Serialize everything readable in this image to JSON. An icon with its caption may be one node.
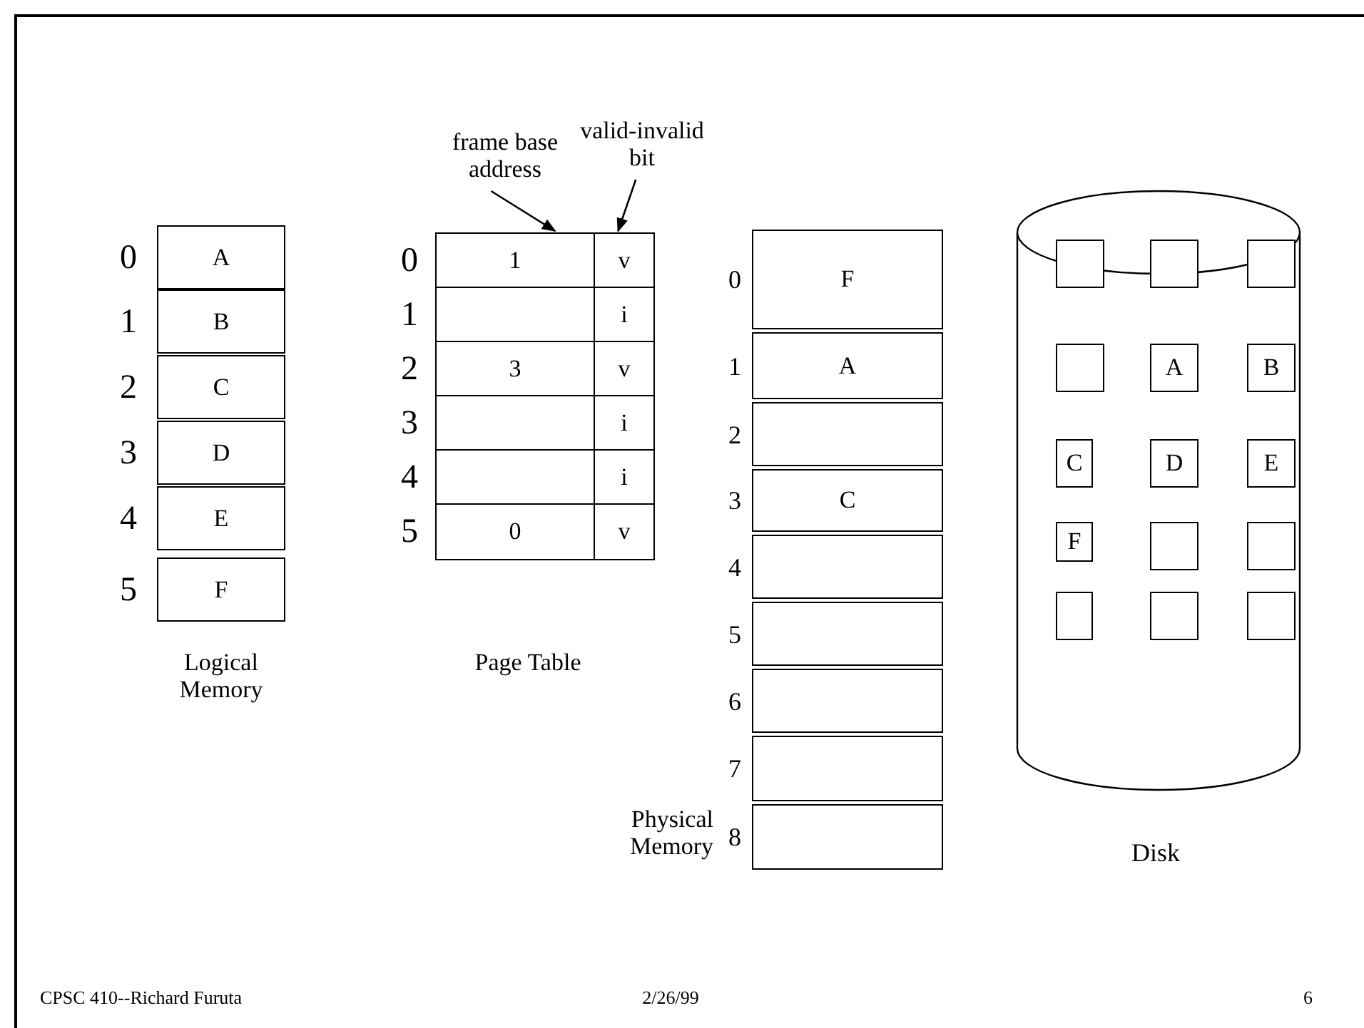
{
  "diagram": {
    "nodes": [
      {
        "text": [
          "A"
        ],
        "beside": [
          "0"
        ]
      },
      {
        "text": [
          "B"
        ],
        "beside": [
          "1"
        ]
      },
      {
        "text": [
          "C"
        ],
        "beside": [
          "2"
        ]
      },
      {
        "text": [
          "D"
        ],
        "beside": [
          "3"
        ]
      },
      {
        "text": [
          "E"
        ],
        "beside": [
          "4"
        ]
      },
      {
        "text": [
          "F"
        ],
        "beside": [
          "5"
        ]
      },
      {
        "text": [
          "frame base address"
        ]
      },
      {
        "text": [
          "valid-invalid bit"
        ]
      },
      {
        "text": [
          "1"
        ],
        "beside": [
          "0"
        ]
      },
      {
        "text": [
          "v"
        ]
      },
      {
        "text": [],
        "shape": "box",
        "beside": [
          "1"
        ]
      },
      {
        "text": [
          "i"
        ]
      },
      {
        "text": [
          "3"
        ],
        "beside": [
          "2"
        ]
      },
      {
        "text": [
          "v"
        ]
      },
      {
        "text": [],
        "shape": "box",
        "beside": [
          "3"
        ]
      },
      {
        "text": [
          "i"
        ]
      },
      {
        "text": [],
        "shape": "box",
        "beside": [
          "4"
        ]
      },
      {
        "text": [
          "i"
        ]
      },
      {
        "text": [
          "0"
        ],
        "beside": [
          "5"
        ]
      },
      {
        "text": [
          "v"
        ]
      },
      {
        "text": [
          "F"
        ],
        "beside": [
          "0"
        ]
      },
      {
        "text": [
          "A"
        ],
        "beside": [
          "1"
        ]
      },
      {
        "text": [],
        "shape": "box",
        "beside": [
          "2"
        ]
      },
      {
        "text": [
          "C"
        ],
        "beside": [
          "3"
        ]
      },
      {
        "text": [],
        "shape": "box",
        "beside": [
          "4"
        ]
      },
      {
        "text": [],
        "shape": "box",
        "beside": [
          "5"
        ]
      },
      {
        "text": [],
        "shape": "box",
        "beside": [
          "6"
        ]
      },
      {
        "text": [],
        "shape": "box",
        "beside": [
          "7"
        ]
      },
      {
        "text": [],
        "shape": "box",
        "beside": [
          "8"
        ]
      },
      {
        "text": [],
        "shape": "cylinder",
        "beside": [
          "Disk"
        ]
      },
      {
        "text": [],
        "shape": "box",
        "in": 29
      },
      {
        "text": [],
        "shape": "box",
        "in": 29
      },
      {
        "text": [],
        "shape": "box",
        "in": 29
      },
      {
        "text": [],
        "shape": "box",
        "in": 29
      },
      {
        "text": [
          "A"
        ],
        "in": 29
      },
      {
        "text": [
          "B"
        ],
        "in": 29
      },
      {
        "text": [
          "C"
        ],
        "in": 29
      },
      {
        "text": [
          "D"
        ],
        "in": 29
      },
      {
        "text": [
          "E"
        ],
        "in": 29
      },
      {
        "text": [
          "F"
        ],
        "in": 29
      },
      {
        "text": [],
        "shape": "box",
        "in": 29
      },
      {
        "text": [],
        "shape": "box",
        "in": 29
      },
      {
        "text": [],
        "shape": "box",
        "in": 29
      },
      {
        "text": [],
        "shape": "box",
        "in": 29
      },
      {
        "text": [],
        "shape": "box",
        "in": 29
      }
    ],
    "edges": [
      {
        "from": 6,
        "to": 8,
        "arrow": "to"
      },
      {
        "from": 7,
        "to": 9,
        "arrow": "to"
      }
    ],
    "labels": [
      "Logical Memory",
      "Page Table",
      "Physical Memory",
      "CPSC 410--Richard Furuta",
      "2/26/99",
      "6"
    ]
  }
}
